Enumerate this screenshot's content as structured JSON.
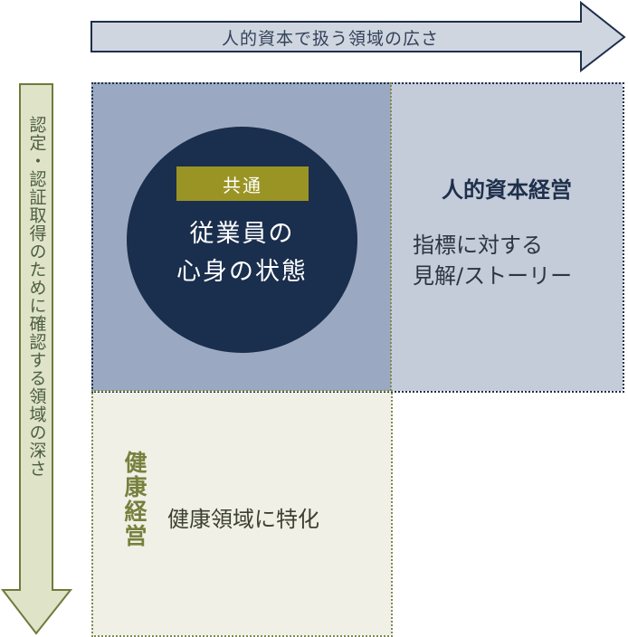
{
  "arrows": {
    "horizontal_label": "人的資本で扱う領域の広さ",
    "vertical_label": "認定・認証取得のために確認する領域の深さ"
  },
  "common": {
    "badge": "共通",
    "circle_text": "従業員の\n心身の状態"
  },
  "human_capital": {
    "title": "人的資本経営",
    "description": "指標に対する\n見解/ストーリー"
  },
  "health": {
    "title": "健康経営",
    "description": "健康領域に特化"
  },
  "colors": {
    "navy": "#1a2e4d",
    "olive": "#9a9424",
    "slate_light": "#c5ccd9",
    "slate_mid": "#9aa9c1",
    "cream": "#f0f0e6",
    "arrow_h_fill": "#d0d6e0",
    "arrow_v_fill": "#dfe3c8"
  }
}
